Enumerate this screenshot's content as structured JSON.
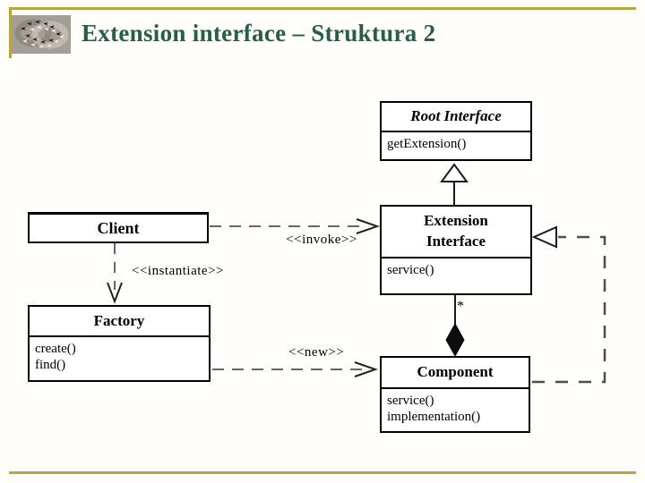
{
  "slide": {
    "title": "Extension interface – Struktura 2",
    "logo_icon": "escher-birds-pattern",
    "colors": {
      "title_text": "#275d4b",
      "accent_line": "#b5a642",
      "box_border": "#000000",
      "dashed_line": "#666666"
    }
  },
  "diagram": {
    "classes": {
      "root_interface": {
        "name": "Root Interface",
        "style": "abstract-italic",
        "methods": [
          "getExtension()"
        ]
      },
      "extension_interface": {
        "name": "Extension Interface",
        "methods": [
          "service()"
        ]
      },
      "client": {
        "name": "Client",
        "methods": []
      },
      "factory": {
        "name": "Factory",
        "methods": [
          "create()",
          "find()"
        ]
      },
      "component": {
        "name": "Component",
        "methods": [
          "service()",
          "implementation()"
        ]
      }
    },
    "edge_labels": {
      "invoke": "<<invoke>>",
      "instantiate": "<<instantiate>>",
      "new": "<<new>>",
      "multiplicity": "*"
    }
  }
}
